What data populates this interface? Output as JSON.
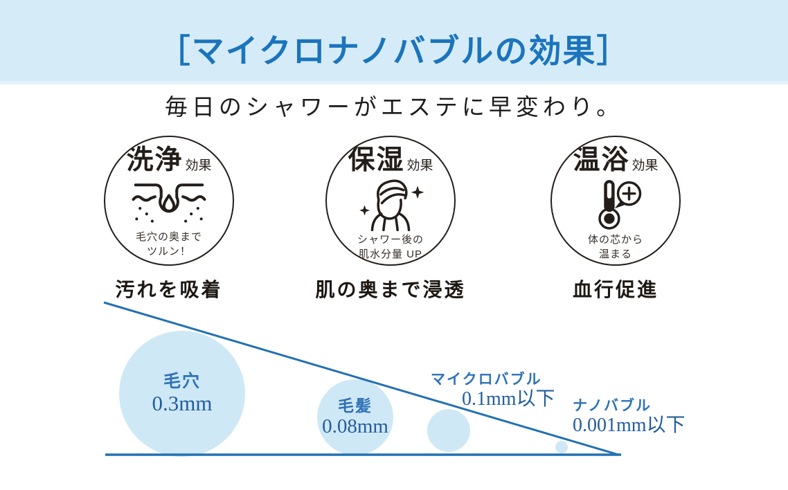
{
  "colors": {
    "banner_bg": "#d5ecf8",
    "banner_edge": "#e6f3fb",
    "title_blue": "#1b74bd",
    "diagram_blue": "#2270b4",
    "bubble_fill": "#cfe8f6",
    "label_blue": "#2e72b6",
    "value_blue": "#235e9e",
    "ink": "#241e1a"
  },
  "header": {
    "title": "［マイクロナノバブルの効果］"
  },
  "subtitle": "毎日のシャワーがエステに早変わり。",
  "features": [
    {
      "name": "洗浄",
      "suffix": "効果",
      "icon": "pore-droplet-icon",
      "note_line1": "毛穴の奥まで",
      "note_line2": "ツルン！",
      "caption": "汚れを吸着"
    },
    {
      "name": "保湿",
      "suffix": "効果",
      "icon": "towel-person-sparkle-icon",
      "note_line1": "シャワー後の",
      "note_line2": "肌水分量 UP",
      "caption": "肌の奥まで浸透"
    },
    {
      "name": "温浴",
      "suffix": "効果",
      "icon": "thermometer-plus-icon",
      "note_line1": "体の芯から",
      "note_line2": "温まる",
      "caption": "血行促進"
    }
  ],
  "size_comparison": {
    "type": "size-scale-diagram",
    "items": [
      {
        "label": "毛穴",
        "value": "0.3mm"
      },
      {
        "label": "毛髪",
        "value": "0.08mm"
      },
      {
        "label": "マイクロバブル",
        "value": "0.1mm以下"
      },
      {
        "label": "ナノバブル",
        "value": "0.001mm以下"
      }
    ]
  }
}
